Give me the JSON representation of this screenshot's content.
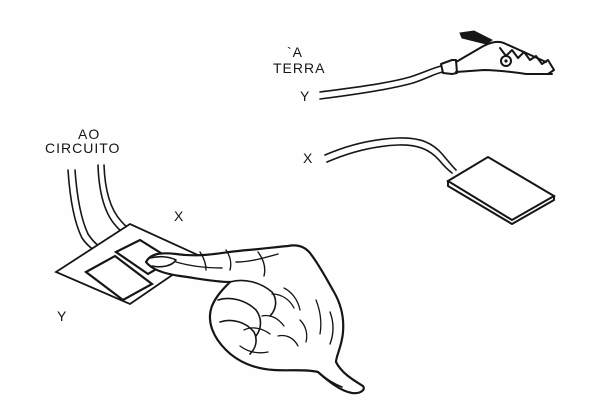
{
  "labels": {
    "ground_line1": "`A",
    "ground_line2": "TERRA",
    "y_top": "Y",
    "x_top": "X",
    "circuit_line1": "AO",
    "circuit_line2": "CIRCUITO",
    "x_bottom": "X",
    "y_bottom": "Y"
  },
  "colors": {
    "ink": "#161616",
    "paper": "#ffffff"
  },
  "icons": {
    "clip": "alligator-clip-icon",
    "plate": "contact-plate-icon",
    "hand": "finger-hand-icon"
  }
}
